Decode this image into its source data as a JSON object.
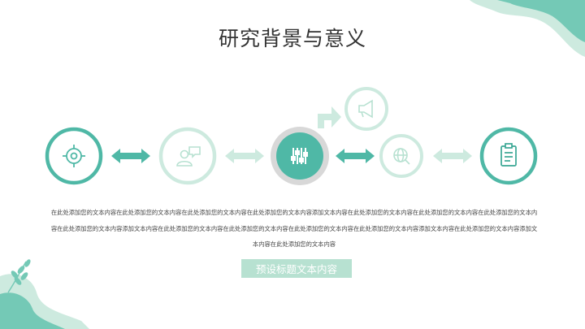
{
  "slide": {
    "title": "研究背景与意义",
    "body_text": "在此处添加您的文本内容在此处添加您的文本内容在此处添加您的文本内容在此处添加您的文本内容添加文本内容在此处添加您的文本内容在此处添加您的文本内容在此处添加您的文本内容在此处添加您的文本内容添加文本内容在此处添加您的文本内容在此处添加您的文本内容在此处添加您的文本内容在此处添加您的文本内容添加文本内容在此处添加您的文本内容添加文本内容在此处添加您的文本内容",
    "subtitle_button": "预设标题文本内容"
  },
  "colors": {
    "teal": "#4fb8a6",
    "teal_dark": "#3aa794",
    "mint_light": "#b7e1d1",
    "mint_pale": "#cdeadf",
    "gray_ring": "#d8d8d8"
  },
  "diagram": {
    "nodes": [
      {
        "icon": "target-icon",
        "style": "teal-ring"
      },
      {
        "icon": "user-chat-icon",
        "style": "mint-ring"
      },
      {
        "icon": "sliders-icon",
        "style": "filled-center"
      },
      {
        "icon": "megaphone-icon",
        "style": "mint-ring"
      },
      {
        "icon": "globe-search-icon",
        "style": "mint-ring"
      },
      {
        "icon": "clipboard-icon",
        "style": "teal-ring"
      }
    ]
  }
}
